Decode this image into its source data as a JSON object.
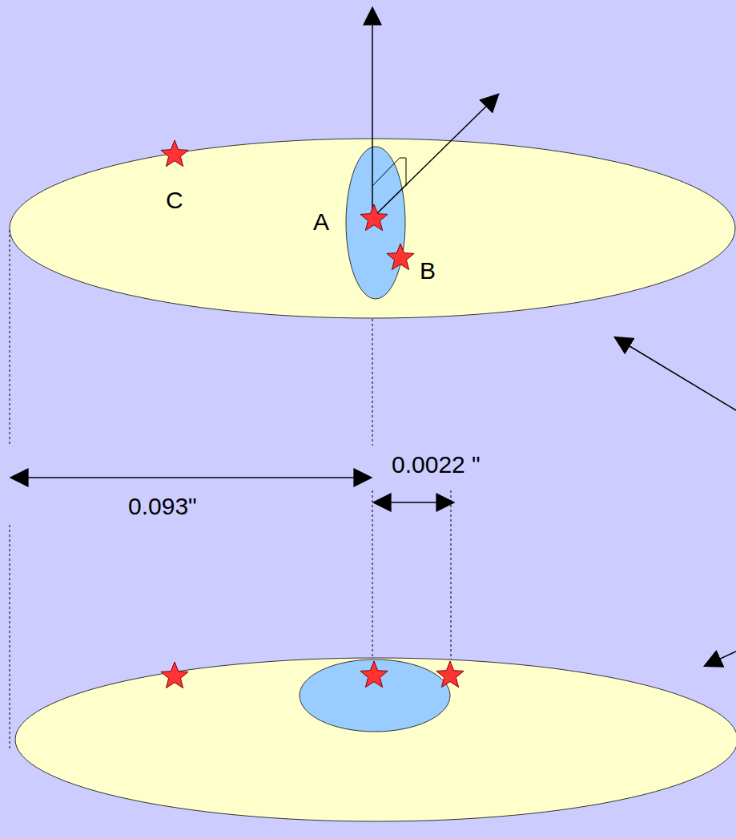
{
  "diagram": {
    "labels": [
      "C",
      "A",
      "B",
      "0.0022 \"",
      "0.093\""
    ]
  }
}
